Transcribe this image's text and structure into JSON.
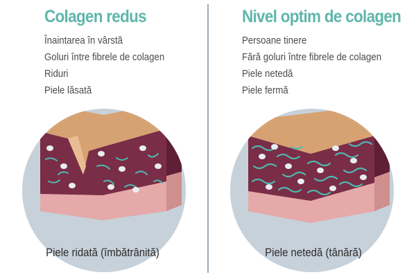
{
  "left": {
    "title": "Colagen redus",
    "lines": [
      "Înaintarea în vârstă",
      "Goluri între fibrele de colagen",
      "Riduri",
      "Piele lăsată"
    ],
    "caption": "Piele ridată (îmbătrânită)"
  },
  "right": {
    "title": "Nivel optim de colagen",
    "lines": [
      "Persoane tinere",
      "Fără goluri între fibrele de colagen",
      "Piele netedă",
      "Piele fermă"
    ],
    "caption": "Piele netedă (tânără)"
  },
  "colors": {
    "title": "#5fb6ac",
    "text": "#4b4b4b",
    "circle": "#c7d1da",
    "dermis": "#7a2d47",
    "epidermis": "#d7a272",
    "fibers": "#4fb8b0",
    "fat": "#e5a9a9"
  }
}
